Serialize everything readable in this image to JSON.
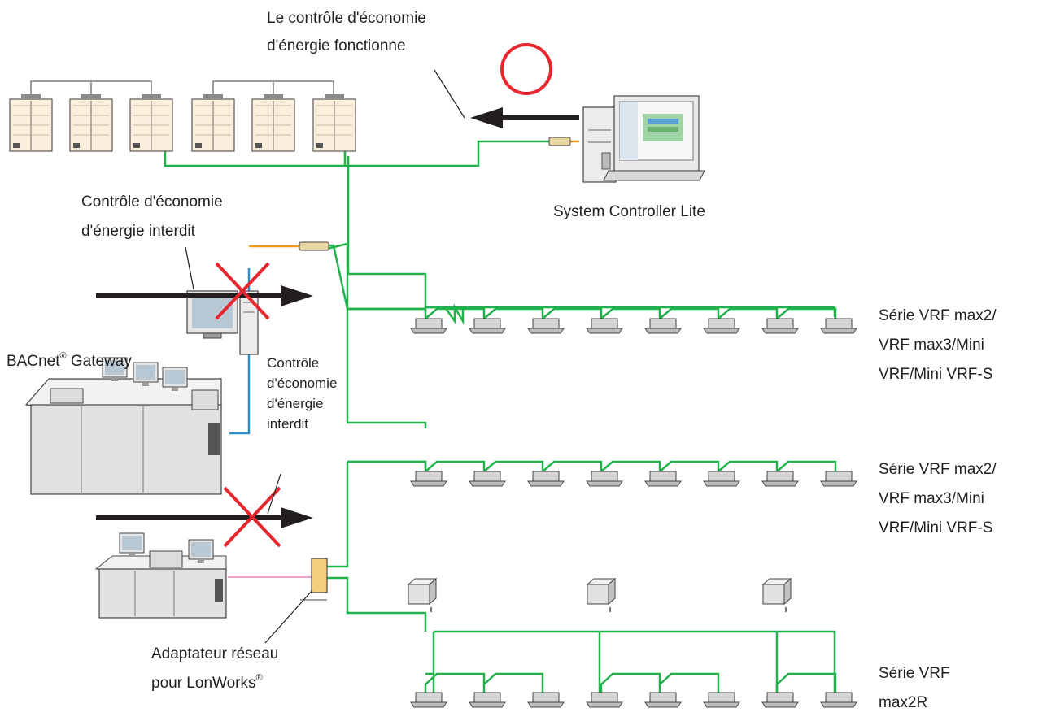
{
  "labels": {
    "top_line1": "Le contrôle d'économie",
    "top_line2": "d'énergie fonctionne",
    "sc_lite": "System Controller Lite",
    "forbid_line1": "Contrôle d'économie",
    "forbid_line2": "d'énergie interdit",
    "bacnet_main": "BACnet",
    "bacnet_reg": "®",
    "bacnet_rest": " Gateway",
    "side_line1": "Contrôle",
    "side_line2": "d'économie",
    "side_line3": "d'énergie",
    "side_line4": "interdit",
    "series1_line1": "Série VRF max2/",
    "series1_line2": "VRF max3/Mini",
    "series1_line3": "VRF/Mini VRF-S",
    "series2_line1": "Série VRF max2/",
    "series2_line2": "VRF max3/Mini",
    "series2_line3": "VRF/Mini VRF-S",
    "series3_line1": "Série VRF",
    "series3_line2": "max2R",
    "adapter_line1": "Adaptateur réseau",
    "adapter_main": "pour LonWorks",
    "adapter_reg": "®"
  },
  "colors": {
    "network_line": "#21b24b",
    "forbidden_cross": "#e8262d",
    "allowed_circle": "#e8262d",
    "bacnet_link": "#2a8fce",
    "lonworks_link": "#e9a3c9",
    "controller_link": "#f39a1e",
    "outdoor_unit": "#faeedd"
  }
}
